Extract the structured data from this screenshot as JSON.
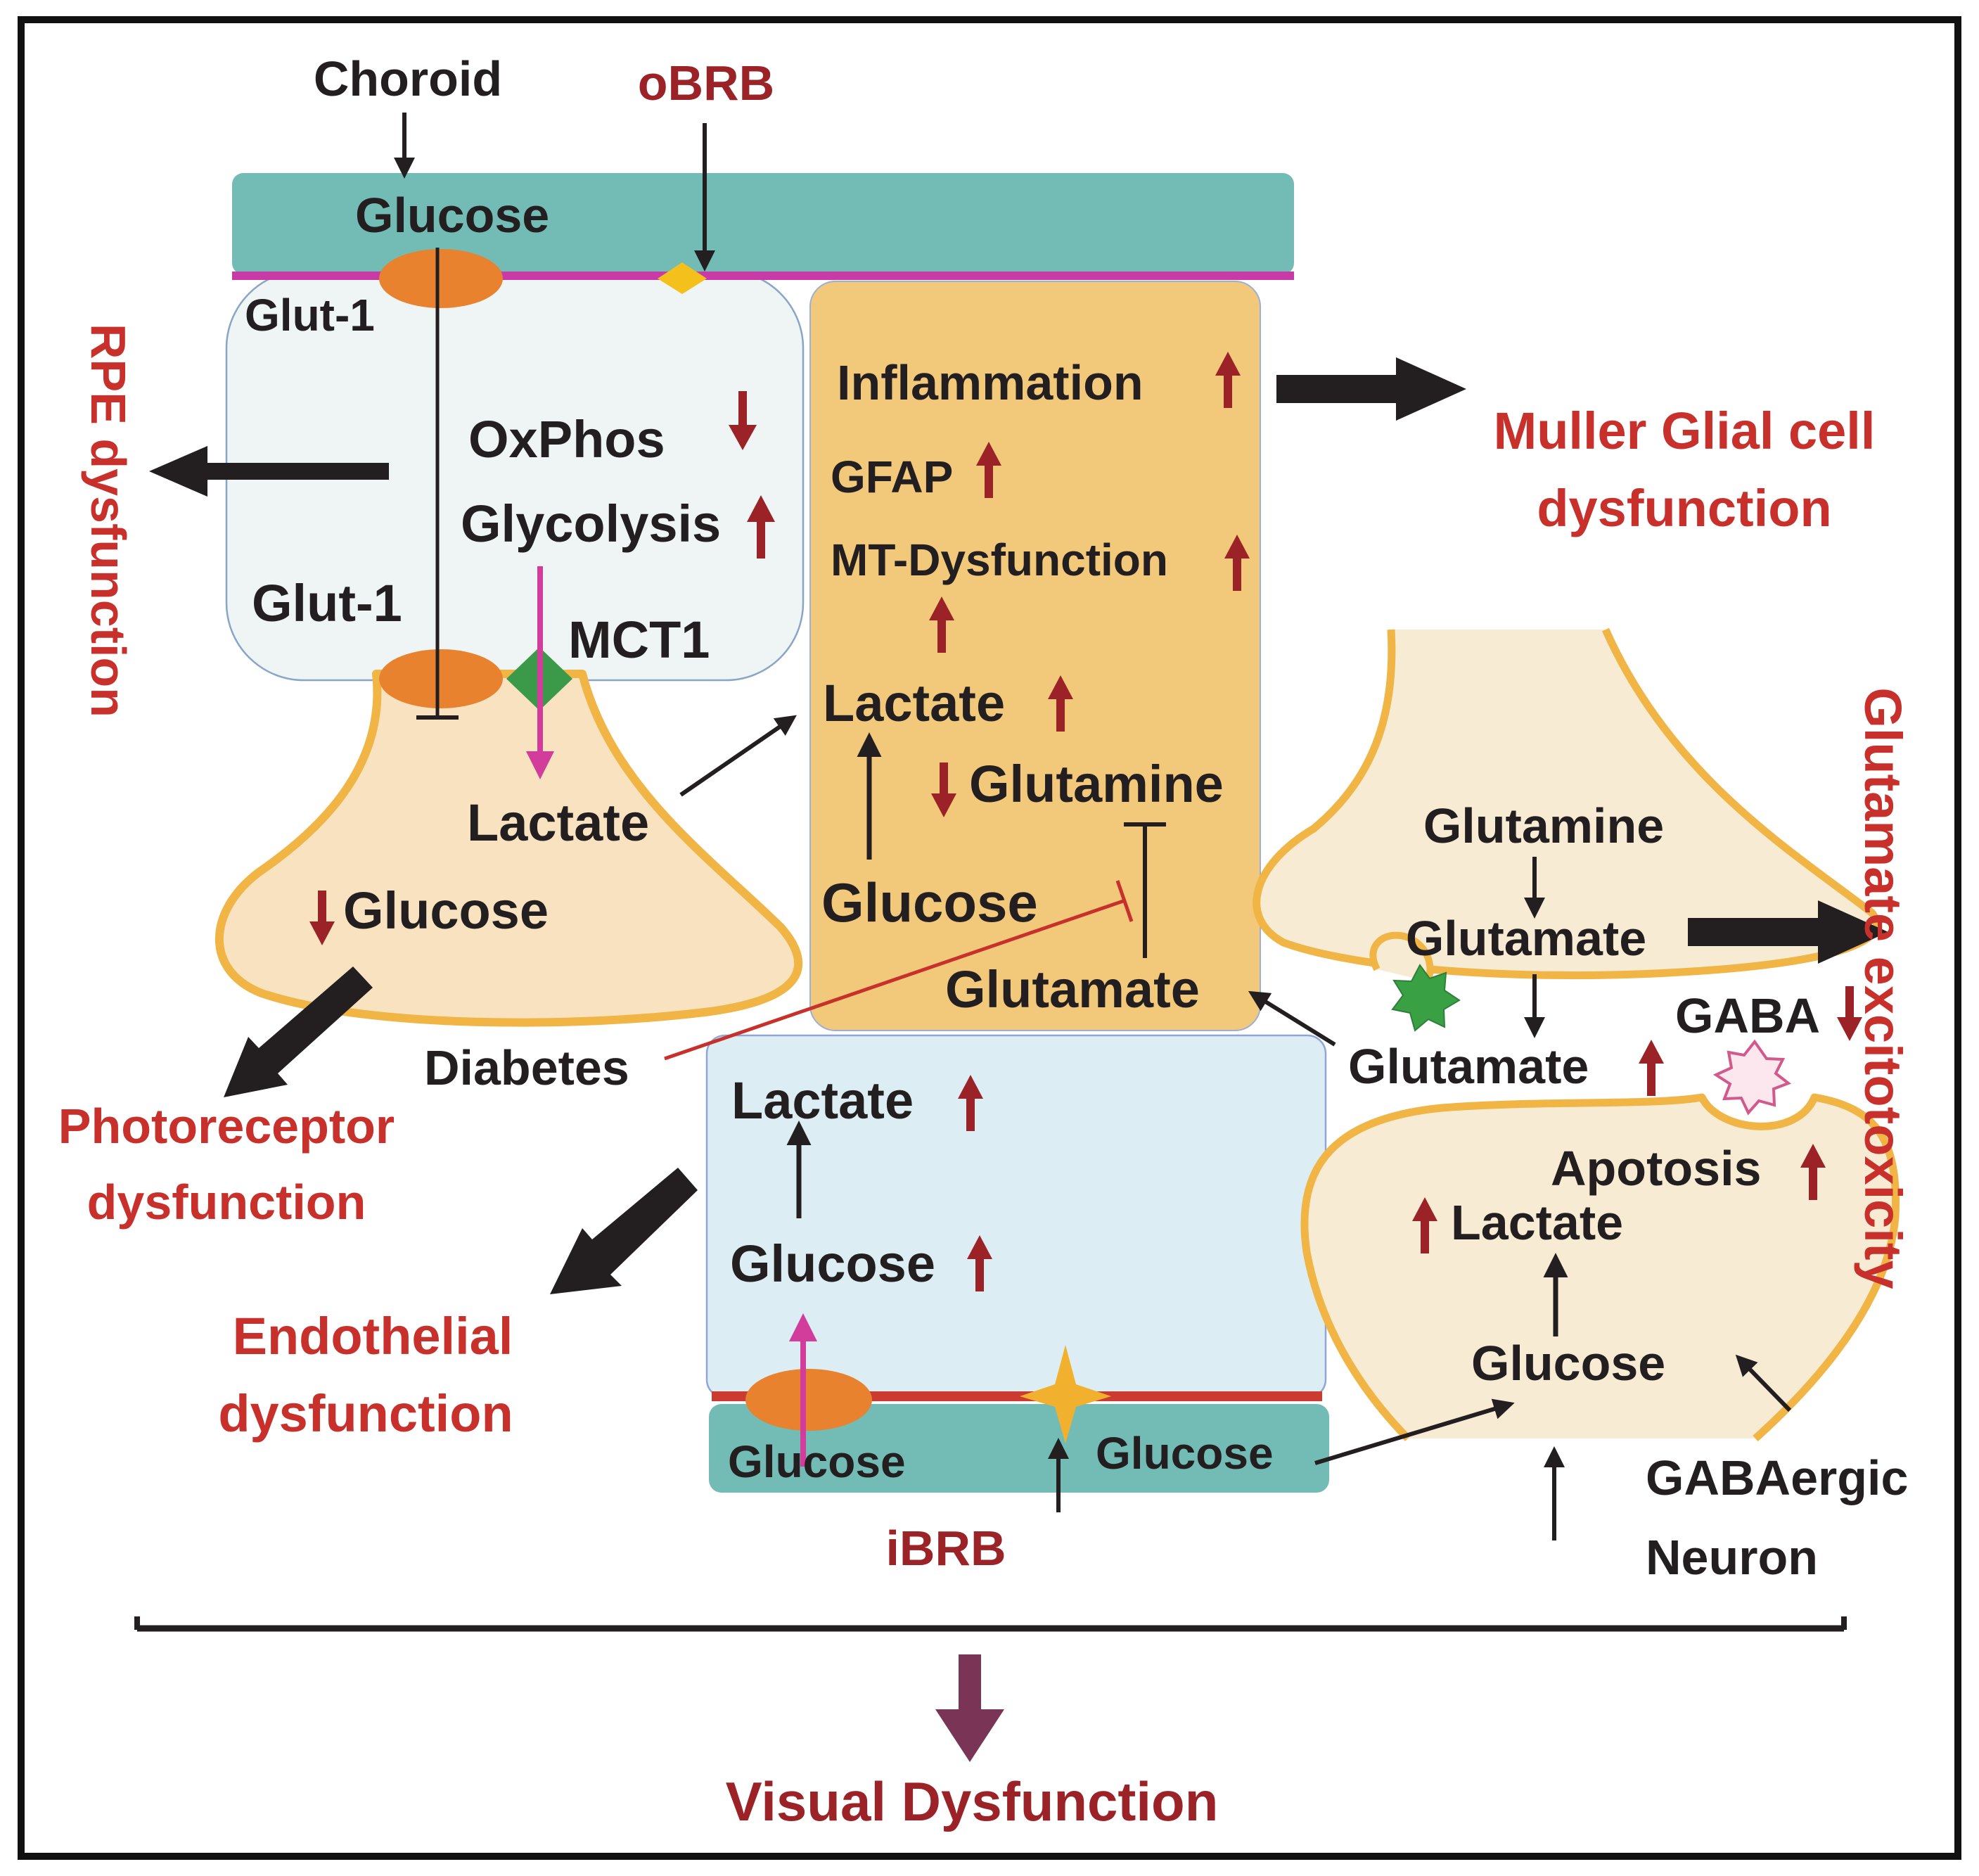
{
  "labels": {
    "choroid": "Choroid",
    "obrb": "oBRB",
    "rpe_glucose": "Glucose",
    "glut1_top": "Glut-1",
    "glut1_bottom": "Glut-1",
    "oxphos": "OxPhos",
    "glycolysis": "Glycolysis",
    "mct1": "MCT1",
    "rpe_dysfunction": "RPE dysfunction",
    "pr_lactate": "Lactate",
    "pr_glucose": "Glucose",
    "photoreceptor_dysfunction_1": "Photoreceptor",
    "photoreceptor_dysfunction_2": "dysfunction",
    "inflammation": "Inflammation",
    "gfap": "GFAP",
    "mt_dysfunction": "MT-Dysfunction",
    "muller_lactate": "Lactate",
    "muller_glutamine": "Glutamine",
    "muller_glucose": "Glucose",
    "muller_glutamate": "Glutamate",
    "muller_dysfunction_1": "Muller Glial cell",
    "muller_dysfunction_2": "dysfunction",
    "diabetes": "Diabetes",
    "endo_lactate": "Lactate",
    "endo_glucose": "Glucose",
    "ibrb_glucose_left": "Glucose",
    "ibrb_glucose_right": "Glucose",
    "ibrb": "iBRB",
    "endothelial_dysfunction_1": "Endothelial",
    "endothelial_dysfunction_2": "dysfunction",
    "neuron_glutamine": "Glutamine",
    "neuron_glutamate": "Glutamate",
    "synapse_glutamate": "Glutamate",
    "gaba": "GABA",
    "apoptosis": "Apotosis",
    "neuron_lactate": "Lactate",
    "neuron_glucose": "Glucose",
    "gabaergic_1": "GABAergic",
    "gabaergic_2": "Neuron",
    "glutamate_excitotoxicity": "Glutamate excitotoxicity",
    "visual_dysfunction": "Visual Dysfunction"
  },
  "colors": {
    "barrier_teal": "#72bcb5",
    "rpe_cell": "#eef5f4",
    "photoreceptor_fill": "#f8e2c0",
    "photoreceptor_outline": "#f0b545",
    "muller_fill": "#f2c97a",
    "endothelial_cell": "#dcedf3",
    "neuron_fill": "#f8ebd3",
    "transporter_orange": "#e8822f",
    "mct1_green": "#3a9a4a",
    "magenta_arrow": "#d23c9b",
    "up_down_arrow": "#9b2226",
    "outcome_red": "#c8312b",
    "visual_arrow": "#7a3556"
  },
  "icons": {
    "up_arrow": "up-arrow-icon",
    "down_arrow": "down-arrow-icon",
    "glutamate_release": "green-starburst-icon",
    "gaba_release": "pink-starburst-icon"
  }
}
